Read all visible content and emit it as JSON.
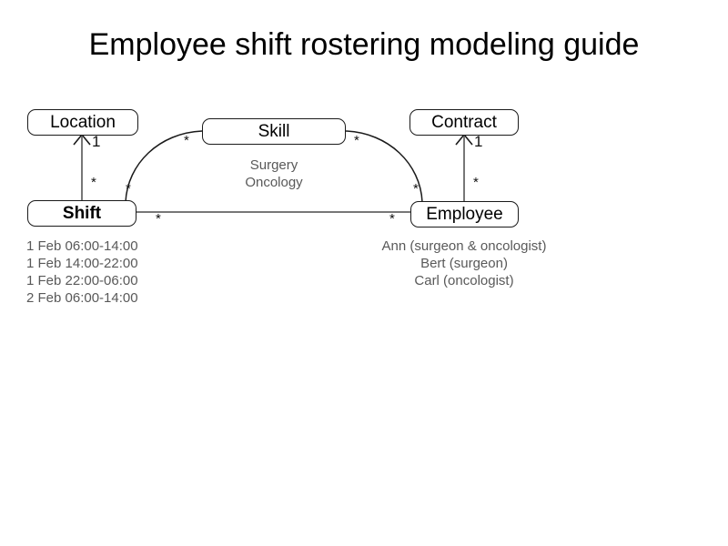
{
  "slide": {
    "title": "Employee shift rostering modeling guide",
    "background_color": "#ffffff",
    "text_color": "#000000",
    "caption_color": "#595959",
    "line_color": "#777777",
    "box_border_color": "#1a1a1a"
  },
  "diagram": {
    "type": "class-diagram",
    "nodes": [
      {
        "id": "location",
        "label": "Location"
      },
      {
        "id": "skill",
        "label": "Skill"
      },
      {
        "id": "contract",
        "label": "Contract"
      },
      {
        "id": "shift",
        "label": "Shift"
      },
      {
        "id": "employee",
        "label": "Employee"
      }
    ],
    "captions": {
      "skill": [
        "Surgery",
        "Oncology"
      ],
      "shift": [
        "1 Feb 06:00-14:00",
        "1 Feb 14:00-22:00",
        "1 Feb 22:00-06:00",
        "2 Feb 06:00-14:00"
      ],
      "employee": [
        "Ann (surgeon & oncologist)",
        "Bert (surgeon)",
        "Carl (oncologist)"
      ]
    },
    "edges": [
      {
        "id": "shift-location",
        "from": "shift",
        "to": "location",
        "style": "arrow",
        "source_multiplicity": "*",
        "target_multiplicity": "1"
      },
      {
        "id": "shift-skill",
        "from": "shift",
        "to": "skill",
        "style": "curve",
        "source_multiplicity": "*",
        "target_multiplicity": "*"
      },
      {
        "id": "skill-employee",
        "from": "skill",
        "to": "employee",
        "style": "curve",
        "source_multiplicity": "*",
        "target_multiplicity": "*"
      },
      {
        "id": "shift-employee",
        "from": "shift",
        "to": "employee",
        "style": "line",
        "source_multiplicity": "*",
        "target_multiplicity": "*"
      },
      {
        "id": "employee-contract",
        "from": "employee",
        "to": "contract",
        "style": "arrow",
        "source_multiplicity": "*",
        "target_multiplicity": "1"
      }
    ],
    "multiplicity_labels": {
      "shift_location_star": "*",
      "shift_location_one": "1",
      "shift_skill_star": "*",
      "skill_left_star": "*",
      "skill_right_star": "*",
      "employee_skill_star": "*",
      "shift_employee_left_star": "*",
      "shift_employee_right_star": "*",
      "employee_contract_star": "*",
      "employee_contract_one": "1"
    }
  }
}
